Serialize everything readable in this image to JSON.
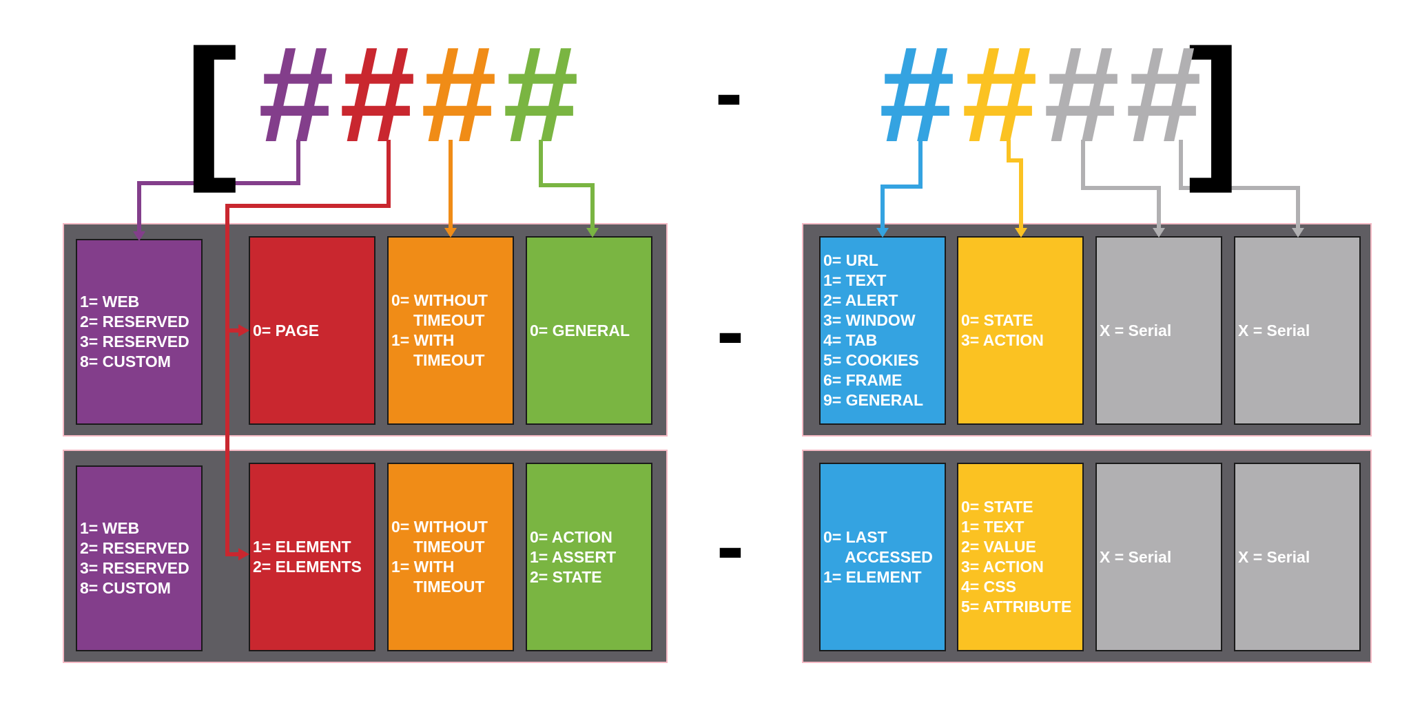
{
  "header": {
    "open_bracket": "[",
    "close_bracket": "]",
    "separator": "-",
    "hash_glyph": "#"
  },
  "colors": {
    "purple": "#833e8b",
    "red": "#c9272f",
    "orange": "#f08c17",
    "green": "#7ab542",
    "blue": "#34a3e1",
    "yellow": "#fbc222",
    "gray": "#b1b0b2",
    "panel": "#5f5d62",
    "ink": "#000000"
  },
  "row_separators": [
    "-",
    "-"
  ],
  "rows": [
    {
      "left": [
        {
          "color": "purple",
          "lines": [
            "1= WEB",
            "2= RESERVED",
            "3= RESERVED",
            "8= CUSTOM"
          ]
        },
        {
          "color": "red",
          "lines": [
            "0= PAGE"
          ]
        },
        {
          "color": "orange",
          "lines": [
            "0= WITHOUT",
            "     TIMEOUT",
            "1= WITH",
            "     TIMEOUT"
          ]
        },
        {
          "color": "green",
          "lines": [
            "0= GENERAL"
          ]
        }
      ],
      "right": [
        {
          "color": "blue",
          "lines": [
            "0= URL",
            "1= TEXT",
            "2= ALERT",
            "3= WINDOW",
            "4= TAB",
            "5= COOKIES",
            "6= FRAME",
            "9= GENERAL"
          ]
        },
        {
          "color": "yellow",
          "lines": [
            "0= STATE",
            "3= ACTION"
          ]
        },
        {
          "color": "gray",
          "lines": [
            "X = Serial"
          ]
        },
        {
          "color": "gray",
          "lines": [
            "X = Serial"
          ]
        }
      ]
    },
    {
      "left": [
        {
          "color": "purple",
          "lines": [
            "1= WEB",
            "2= RESERVED",
            "3= RESERVED",
            "8= CUSTOM"
          ]
        },
        {
          "color": "red",
          "lines": [
            "1= ELEMENT",
            "2= ELEMENTS"
          ]
        },
        {
          "color": "orange",
          "lines": [
            "0= WITHOUT",
            "     TIMEOUT",
            "1= WITH",
            "     TIMEOUT"
          ]
        },
        {
          "color": "green",
          "lines": [
            "0= ACTION",
            "1= ASSERT",
            "2= STATE"
          ]
        }
      ],
      "right": [
        {
          "color": "blue",
          "lines": [
            "0= LAST",
            "     ACCESSED",
            "1= ELEMENT"
          ]
        },
        {
          "color": "yellow",
          "lines": [
            "0= STATE",
            "1= TEXT",
            "2= VALUE",
            "3= ACTION",
            "4= CSS",
            "5= ATTRIBUTE"
          ]
        },
        {
          "color": "gray",
          "lines": [
            "X = Serial"
          ]
        },
        {
          "color": "gray",
          "lines": [
            "X = Serial"
          ]
        }
      ]
    }
  ],
  "digits": [
    {
      "color": "purple"
    },
    {
      "color": "red"
    },
    {
      "color": "orange"
    },
    {
      "color": "green"
    },
    {
      "color": "blue"
    },
    {
      "color": "yellow"
    },
    {
      "color": "gray"
    },
    {
      "color": "gray"
    }
  ]
}
